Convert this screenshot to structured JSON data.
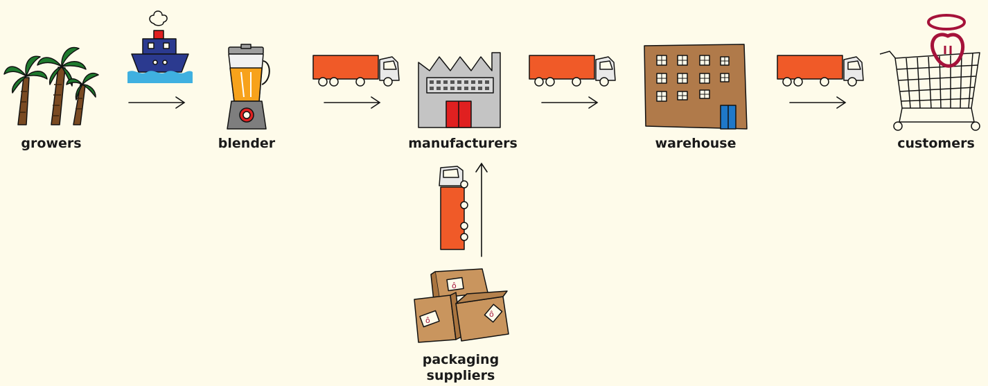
{
  "nodes": {
    "growers": "growers",
    "blender": "blender",
    "manufacturers": "manufacturers",
    "warehouse": "warehouse",
    "customers": "customers",
    "packaging_line1": "packaging",
    "packaging_line2": "suppliers"
  },
  "colors": {
    "background": "#fefbea",
    "truck_orange": "#f05a28",
    "ship_blue": "#2b3a8f",
    "water_blue": "#3fb0e0",
    "juice_orange": "#f7a21b",
    "factory_grey": "#bdbdbd",
    "door_red": "#e02020",
    "brick_brown": "#b07a4a",
    "door_blue": "#1f78c8",
    "box_tan": "#c9955e",
    "logo_red": "#a5123a",
    "palm_green": "#1f7a2e",
    "trunk_brown": "#7a4a22"
  },
  "icons": [
    "palm-trees-icon",
    "ship-icon",
    "blender-icon",
    "truck-icon",
    "factory-icon",
    "warehouse-icon",
    "shopping-cart-icon",
    "boxes-icon"
  ]
}
